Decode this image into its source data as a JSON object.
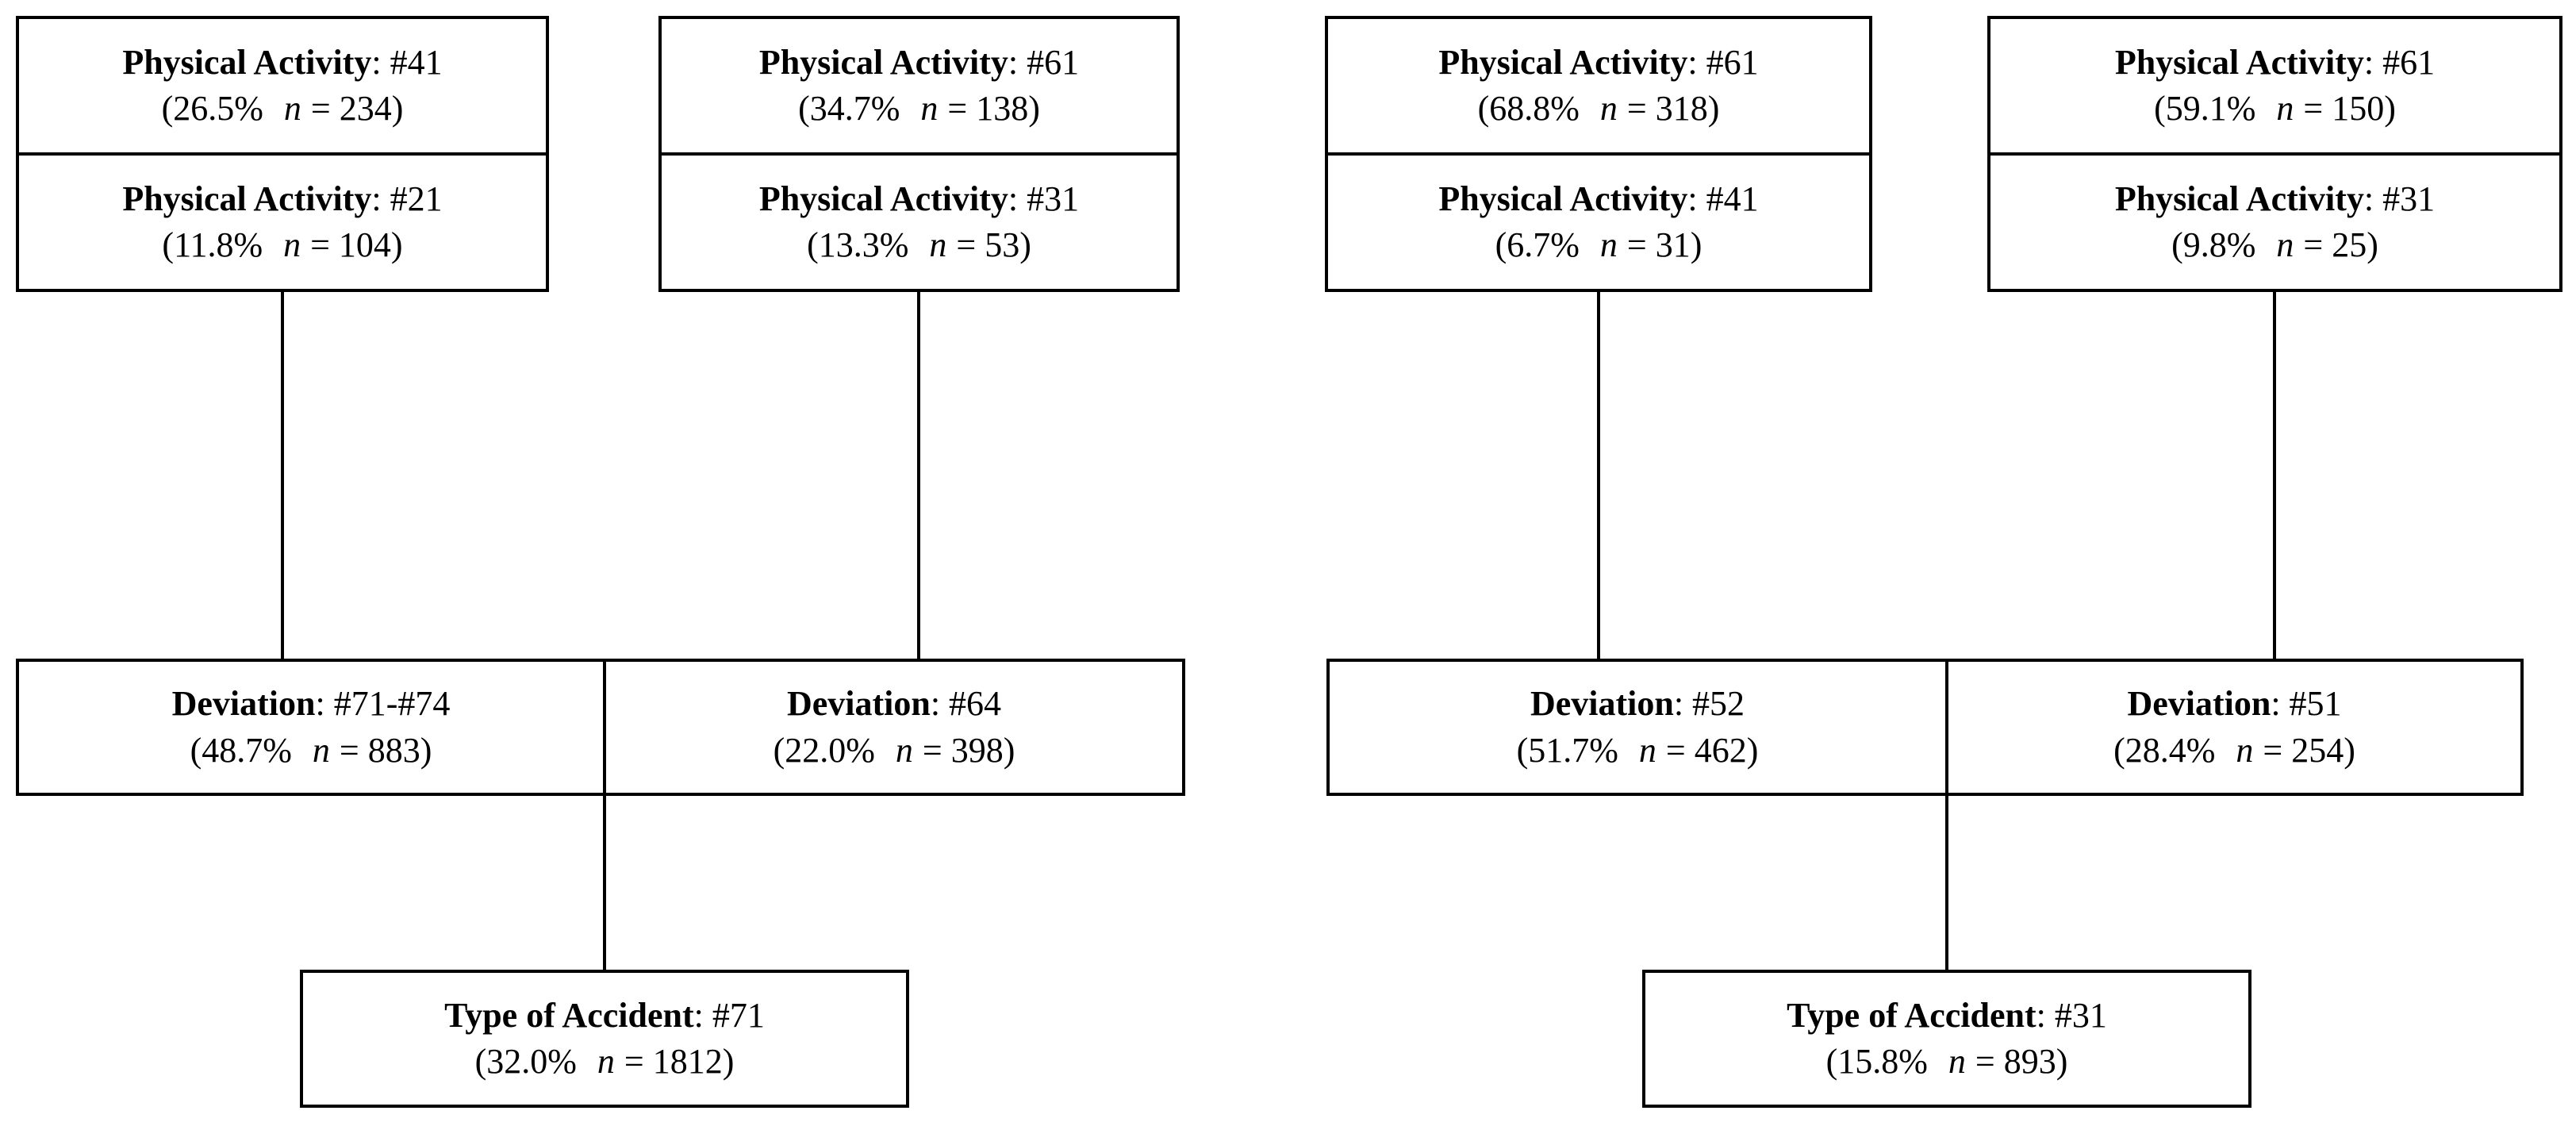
{
  "colors": {
    "border": "#000000",
    "background": "#ffffff",
    "text": "#000000",
    "connector": "#000000"
  },
  "trees": [
    {
      "side": "left",
      "pairs": [
        {
          "cells": [
            {
              "label": "Physical Activity",
              "code": ": #41",
              "stat_pre": "(26.5%",
              "stat_var": "n",
              "stat_post": "= 234)"
            },
            {
              "label": "Physical Activity",
              "code": ": #21",
              "stat_pre": "(11.8%",
              "stat_var": "n",
              "stat_post": "= 104)"
            }
          ]
        },
        {
          "cells": [
            {
              "label": "Physical Activity",
              "code": ": #61",
              "stat_pre": "(34.7%",
              "stat_var": "n",
              "stat_post": "= 138)"
            },
            {
              "label": "Physical Activity",
              "code": ": #31",
              "stat_pre": "(13.3%",
              "stat_var": "n",
              "stat_post": "= 53)"
            }
          ]
        }
      ],
      "deviations": [
        {
          "label": "Deviation",
          "code": ": #71-#74",
          "stat_pre": "(48.7%",
          "stat_var": "n",
          "stat_post": "= 883)"
        },
        {
          "label": "Deviation",
          "code": ": #64",
          "stat_pre": "(22.0%",
          "stat_var": "n",
          "stat_post": "= 398)"
        }
      ],
      "accident": {
        "label": "Type of Accident",
        "code": ": #71",
        "stat_pre": "(32.0%",
        "stat_var": "n",
        "stat_post": "= 1812)"
      }
    },
    {
      "side": "right",
      "pairs": [
        {
          "cells": [
            {
              "label": "Physical Activity",
              "code": ": #61",
              "stat_pre": "(68.8%",
              "stat_var": "n",
              "stat_post": "= 318)"
            },
            {
              "label": "Physical Activity",
              "code": ": #41",
              "stat_pre": "(6.7%",
              "stat_var": "n",
              "stat_post": "= 31)"
            }
          ]
        },
        {
          "cells": [
            {
              "label": "Physical Activity",
              "code": ": #61",
              "stat_pre": "(59.1%",
              "stat_var": "n",
              "stat_post": "= 150)"
            },
            {
              "label": "Physical Activity",
              "code": ": #31",
              "stat_pre": "(9.8%",
              "stat_var": "n",
              "stat_post": "= 25)"
            }
          ]
        }
      ],
      "deviations": [
        {
          "label": "Deviation",
          "code": ": #52",
          "stat_pre": "(51.7%",
          "stat_var": "n",
          "stat_post": "= 462)"
        },
        {
          "label": "Deviation",
          "code": ": #51",
          "stat_pre": "(28.4%",
          "stat_var": "n",
          "stat_post": "= 254)"
        }
      ],
      "accident": {
        "label": "Type of Accident",
        "code": ": #31",
        "stat_pre": "(15.8%",
        "stat_var": "n",
        "stat_post": "= 893)"
      }
    }
  ]
}
